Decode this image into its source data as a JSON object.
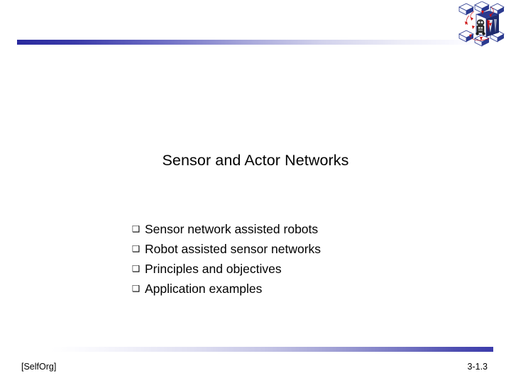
{
  "slide": {
    "title": "Sensor and Actor Networks",
    "bullet_marker": "❑",
    "bullets": [
      {
        "text": "Sensor network assisted robots"
      },
      {
        "text": "Robot assisted sensor networks"
      },
      {
        "text": "Principles and objectives"
      },
      {
        "text": "Application examples"
      }
    ]
  },
  "header": {
    "logo_name": "robot-in-sensor-grid-logo",
    "rule_color_start": "#2a2a9e",
    "rule_color_end": "#ffffff"
  },
  "footer": {
    "left_label": "[SelfOrg]",
    "page_number": "3-1.3",
    "rule_color_start": "#ffffff",
    "rule_color_end": "#3b3bab"
  },
  "colors": {
    "background": "#ffffff",
    "text": "#000000",
    "accent_blue": "#3333a0",
    "logo_blue": "#2b3a8f",
    "logo_red": "#cc1111"
  }
}
